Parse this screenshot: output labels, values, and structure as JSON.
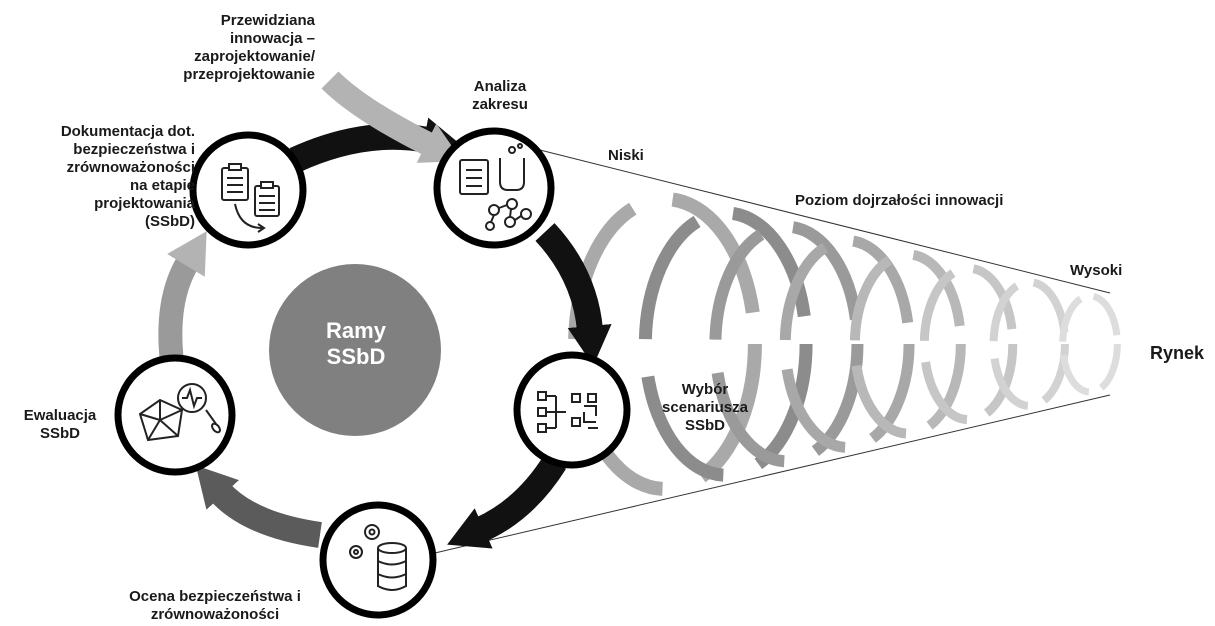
{
  "colors": {
    "center_circle": "#808080",
    "arrow_dark": "#111111",
    "arrow_medium": "#5b5b5b",
    "arrow_light": "#b3b3b3",
    "node_ring": "#000000"
  },
  "labels": {
    "innovation": "Przewidziana\ninnowacja –\nzaprojektowanie/\nprzeprojektowanie",
    "scope": "Analiza\nzakresu",
    "documentation": "Dokumentacja dot.\nbezpieczeństwa i\nzrównoważoności\nna etapie\nprojektowania\n(SSbD)",
    "scenario": "Wybór\nscenariusza\nSSbD",
    "evaluation": "Ewaluacja\nSSbD",
    "assessment": "Ocena bezpieczeństwa i\nzrównoważoności",
    "low": "Niski",
    "maturity": "Poziom dojrzałości innowacji",
    "high": "Wysoki",
    "market": "Rynek",
    "center": "Ramy\nSSbD"
  },
  "nodes": [
    {
      "name": "scope-analysis-node",
      "icon": "checklist-beaker-network-icon"
    },
    {
      "name": "scenario-selection-node",
      "icon": "tree-qr-code-icon"
    },
    {
      "name": "assessment-node",
      "icon": "gears-database-icon"
    },
    {
      "name": "evaluation-node",
      "icon": "radar-chart-magnifier-icon"
    },
    {
      "name": "documentation-node",
      "icon": "clipboards-arrow-icon"
    }
  ],
  "maturity_rings": {
    "count": 8,
    "colors": [
      "#a9a9a9",
      "#8c8c8c",
      "#9a9a9a",
      "#a8a8a8",
      "#b8b8b8",
      "#c6c6c6",
      "#d2d2d2",
      "#dddddd"
    ]
  }
}
